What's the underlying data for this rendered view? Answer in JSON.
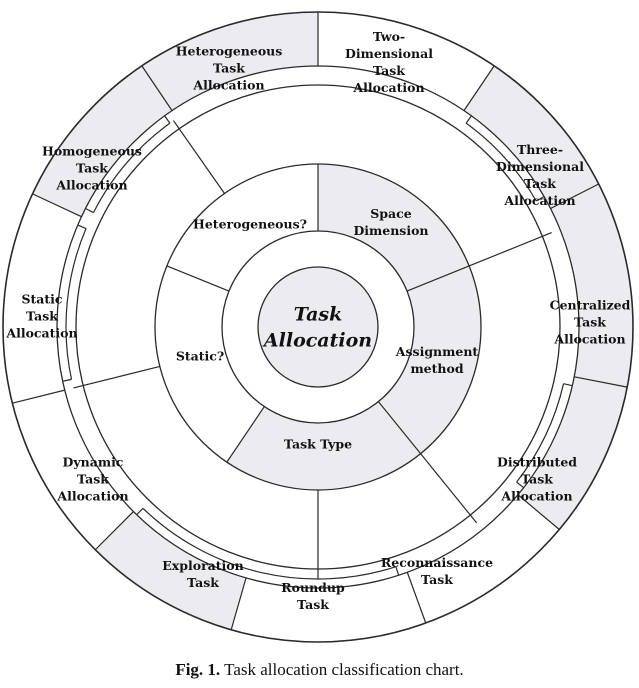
{
  "center": {
    "label_lines": [
      "Task",
      "Allocation"
    ]
  },
  "inner_ring": [
    {
      "label_lines": [
        "Space",
        "Dimension"
      ]
    },
    {
      "label_lines": [
        "Assignment",
        "method"
      ]
    },
    {
      "label_lines": [
        "Task Type"
      ]
    },
    {
      "label_lines": [
        "Static?"
      ]
    },
    {
      "label_lines": [
        "Heterogeneous?"
      ]
    }
  ],
  "outer_ring": [
    {
      "label_lines": [
        "Two-",
        "Dimensional",
        "Task",
        "Allocation"
      ]
    },
    {
      "label_lines": [
        "Three-",
        "Dimensional",
        "Task",
        "Allocation"
      ]
    },
    {
      "label_lines": [
        "Centralized",
        "Task",
        "Allocation"
      ]
    },
    {
      "label_lines": [
        "Distributed",
        "Task",
        "Allocation"
      ]
    },
    {
      "label_lines": [
        "Reconnaissance",
        "Task"
      ]
    },
    {
      "label_lines": [
        "Roundup",
        "Task"
      ]
    },
    {
      "label_lines": [
        "Exploration",
        "Task"
      ]
    },
    {
      "label_lines": [
        "Dynamic",
        "Task",
        "Allocation"
      ]
    },
    {
      "label_lines": [
        "Static",
        "Task",
        "Allocation"
      ]
    },
    {
      "label_lines": [
        "Homogeneous",
        "Task",
        "Allocation"
      ]
    },
    {
      "label_lines": [
        "Heterogeneous",
        "Task",
        "Allocation"
      ]
    }
  ],
  "caption": {
    "fig_label": "Fig. 1.",
    "text": "Task allocation classification chart."
  },
  "colors": {
    "line": "#2a2a2a",
    "shade": "#ececf0",
    "text": "#111111",
    "background": "#ffffff"
  }
}
